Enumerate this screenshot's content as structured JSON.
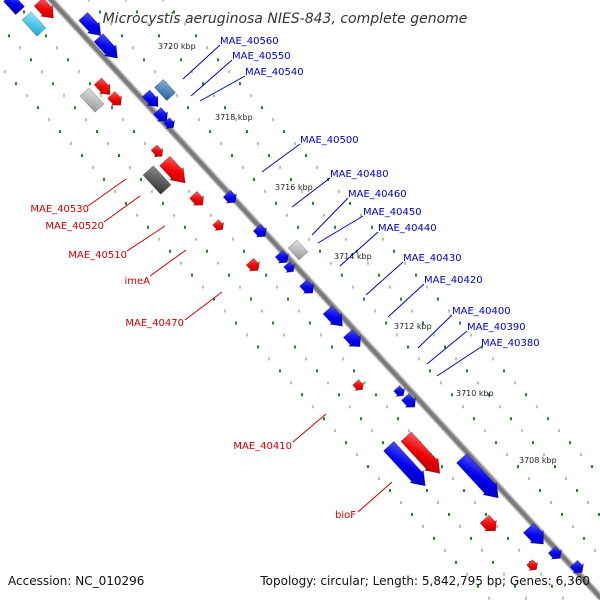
{
  "title": "Microcystis aeruginosa NIES-843, complete genome",
  "footer": {
    "accession": "Accession: NC_010296",
    "summary": "Topology: circular; Length: 5,842,795 bp; Genes: 6,360"
  },
  "colors": {
    "backbone": "#7a7a7a",
    "forward": "#0000ff",
    "reverse": "#ff0000",
    "rna_light": "#b8b8b8",
    "pseudo_dark": "#555555",
    "highlight": "#3a7ab8",
    "tick": "#228822"
  },
  "ticks": [
    "3720 kbp",
    "3718 kbp",
    "3716 kbp",
    "3714 kbp",
    "3712 kbp",
    "3710 kbp",
    "3708 kbp"
  ],
  "forward_labels": [
    "MAE_40560",
    "MAE_40550",
    "MAE_40540",
    "MAE_40500",
    "MAE_40480",
    "MAE_40460",
    "MAE_40450",
    "MAE_40440",
    "MAE_40430",
    "MAE_40420",
    "MAE_40400",
    "MAE_40390",
    "MAE_40380"
  ],
  "reverse_labels": [
    "MAE_40530",
    "MAE_40520",
    "MAE_40510",
    "imeA",
    "MAE_40470",
    "MAE_40410",
    "bioF"
  ]
}
